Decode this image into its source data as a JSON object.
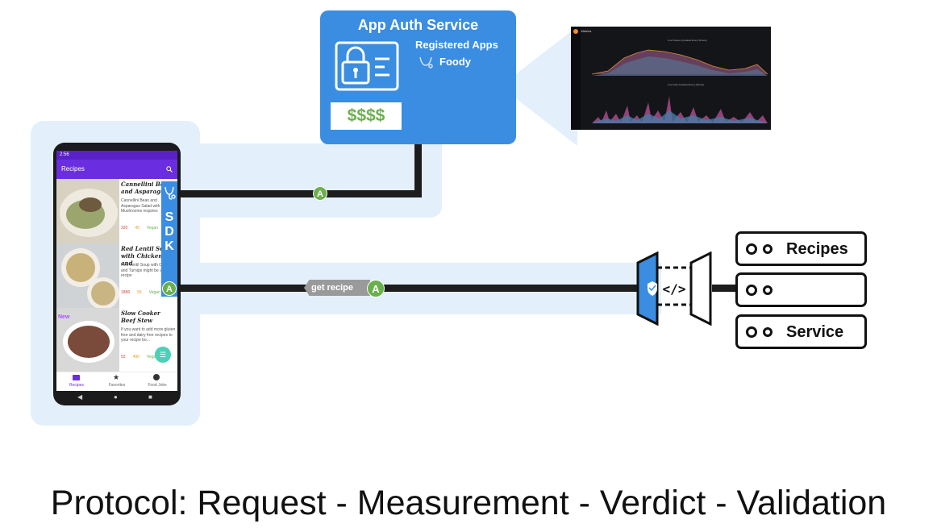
{
  "auth_service": {
    "title": "App Auth Service",
    "registered_title": "Registered Apps",
    "registered_apps": [
      "Foody"
    ],
    "price": "$$$$"
  },
  "metrics_panel": {
    "title": "Live Metrics",
    "chart1_title": "Live Passes (Updated Every Minute)",
    "chart2_title": "Live Fails (Updated Every Minute)"
  },
  "phone_app": {
    "status_time": "2:56",
    "appbar_title": "Recipes",
    "recipes": [
      {
        "title": "Cannellini Bean and Asparagus",
        "desc": "Cannellini Bean and Asparagus Salad with Mushrooms requires",
        "likes": "320",
        "time": "45",
        "tag": "Vegan"
      },
      {
        "title": "Red Lentil Soup with Chicken and",
        "desc": "Red Lentil Soup with Chicken and Turnips might be a good recipe",
        "likes": "1886",
        "time": "56",
        "tag": "Vegan"
      },
      {
        "title": "Slow Cooker Beef Stew",
        "desc": "If you want to add more gluten free and dairy free recipes to your recipe bo...",
        "likes": "52",
        "time": "490",
        "tag": "Vegan"
      }
    ],
    "new_badge": "New",
    "nav": [
      "Recipes",
      "Favorites",
      "Food Joke"
    ]
  },
  "sdk_label": "SDK",
  "badge_letter": "A",
  "request_label": "get recipe",
  "servers": [
    "Recipes",
    "",
    "Service"
  ],
  "caption": "Protocol: Request - Measurement - Verdict - Validation",
  "colors": {
    "accent_blue": "#3a8de0",
    "badge_green": "#6ab04c",
    "zone_blue": "#e3f0fb",
    "app_purple": "#6a2ee0"
  }
}
